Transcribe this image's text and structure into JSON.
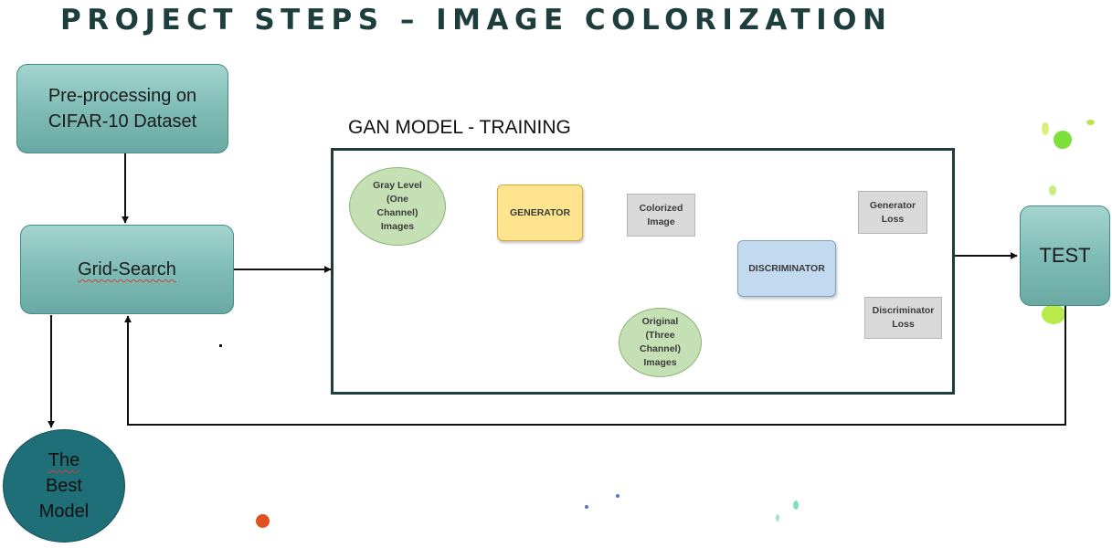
{
  "title": "PROJECT STEPS – IMAGE COLORIZATION",
  "steps": {
    "preprocessing_line1": "Pre-processing on",
    "preprocessing_line2": "CIFAR-10 Dataset",
    "grid_search": "Grid-Search",
    "test": "TEST",
    "best_model_line1": "The",
    "best_model_line2": "Best",
    "best_model_line3": "Model"
  },
  "gan": {
    "label": "GAN MODEL - TRAINING",
    "gray_input_lines": [
      "Gray Level",
      "(One",
      "Channel)",
      "Images"
    ],
    "generator": "GENERATOR",
    "colorized_lines": [
      "Colorized",
      "Image"
    ],
    "discriminator": "DISCRIMINATOR",
    "original_lines": [
      "Original",
      "(Three",
      "Channel)",
      "Images"
    ],
    "generator_loss_lines": [
      "Generator",
      "Loss"
    ],
    "discriminator_loss_lines": [
      "Discriminator",
      "Loss"
    ]
  },
  "colors": {
    "title": "#1d3e3d",
    "teal_box": "#80bcb6",
    "best_model_circle": "#1f6f78",
    "gan_border": "#1f3d3a",
    "generator": "#ffe48f",
    "discriminator": "#c3d9f0",
    "input_ellipse": "#c5e0b4",
    "loss_box": "#d9d9d9"
  }
}
